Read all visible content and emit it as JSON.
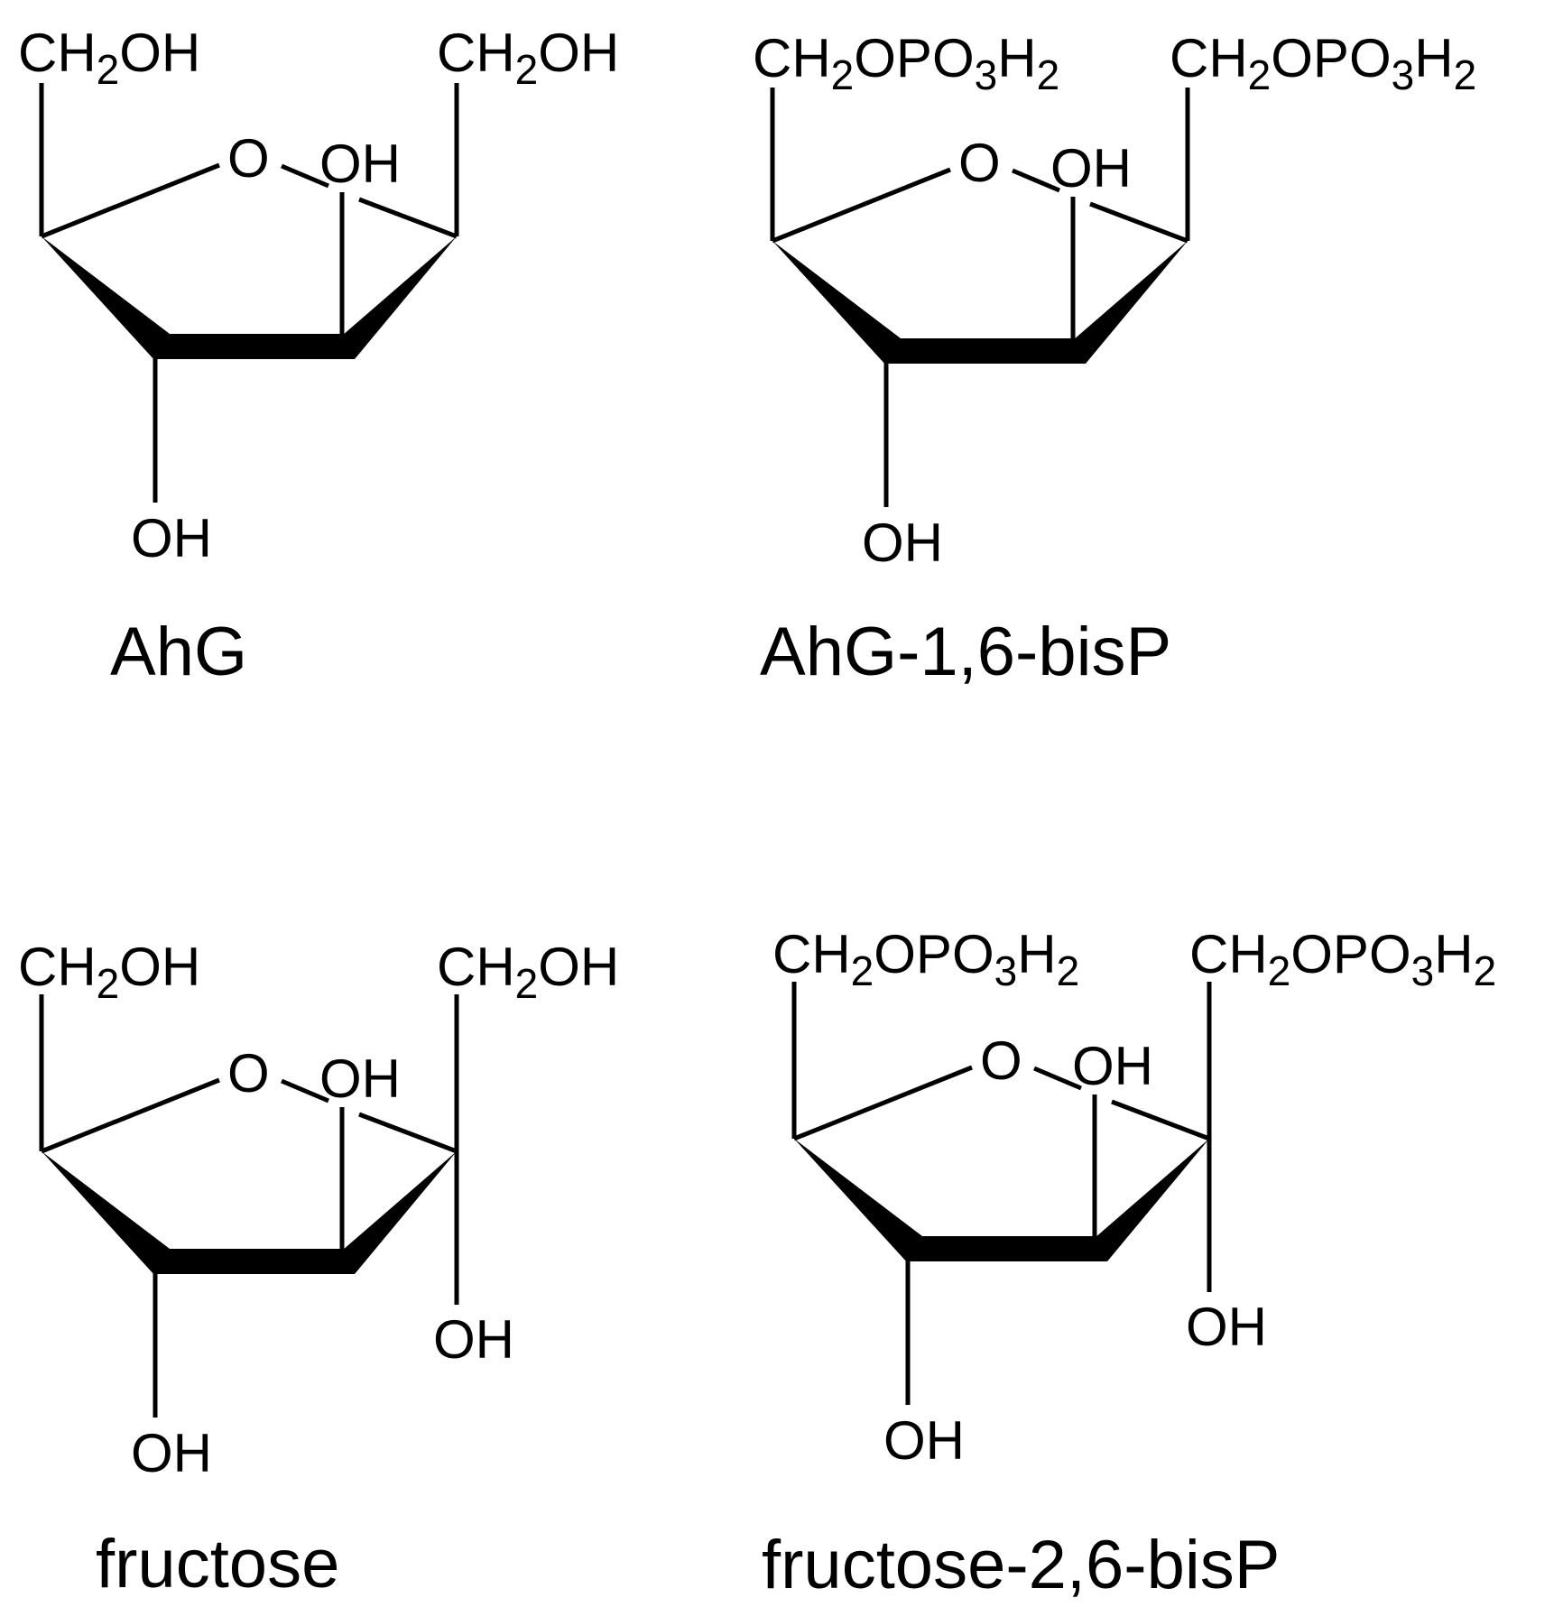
{
  "molecules": [
    {
      "name": "AhG",
      "top_left": "CH2OH",
      "top_right": "CH2OH",
      "ring_oxygen": "O",
      "ring_oh": "OH",
      "bottom_oh": "OH"
    },
    {
      "name": "AhG-1,6-bisP",
      "top_left": "CH2OPO3H2",
      "top_right": "CH2OPO3H2",
      "ring_oxygen": "O",
      "ring_oh": "OH",
      "bottom_oh": "OH"
    },
    {
      "name": "fructose",
      "top_left": "CH2OH",
      "top_right": "CH2OH",
      "ring_oxygen": "O",
      "ring_oh": "OH",
      "bottom_oh": "OH",
      "anomeric_oh": "OH"
    },
    {
      "name": "fructose-2,6-bisP",
      "top_left": "CH2OPO3H2",
      "top_right": "CH2OPO3H2",
      "ring_oxygen": "O",
      "ring_oh": "OH",
      "bottom_oh": "OH",
      "anomeric_oh": "OH"
    }
  ]
}
